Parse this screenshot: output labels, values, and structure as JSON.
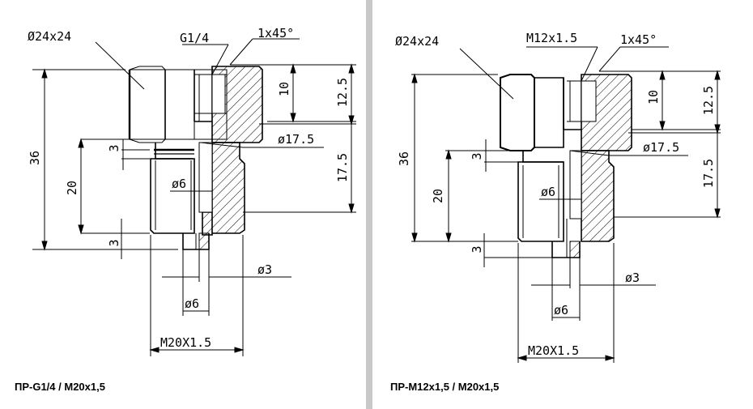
{
  "drawings": [
    {
      "caption": "ПР-G1/4 / M20x1,5",
      "hex_size": "Ø24x24",
      "thread_top": "G1/4",
      "chamfer": "1x45°",
      "dims": {
        "d36": "36",
        "d20": "20",
        "d3_upper": "3",
        "d3_lower": "3",
        "d10": "10",
        "d12_5": "12.5",
        "d17_5": "17.5",
        "dia17_5": "ø17.5",
        "dia6_inner": "ø6",
        "dia3": "ø3",
        "dia6_tip": "ø6",
        "thread_bottom": "M20X1.5"
      }
    },
    {
      "caption": "ПР-M12x1,5 / M20x1,5",
      "hex_size": "Ø24x24",
      "thread_top": "M12x1.5",
      "chamfer": "1x45°",
      "dims": {
        "d36": "36",
        "d20": "20",
        "d3_upper": "3",
        "d3_lower": "3",
        "d10": "10",
        "d12_5": "12.5",
        "d17_5": "17.5",
        "dia17_5": "ø17.5",
        "dia6_inner": "ø6",
        "dia3": "ø3",
        "dia6_tip": "ø6",
        "thread_bottom": "M20X1.5"
      }
    }
  ]
}
